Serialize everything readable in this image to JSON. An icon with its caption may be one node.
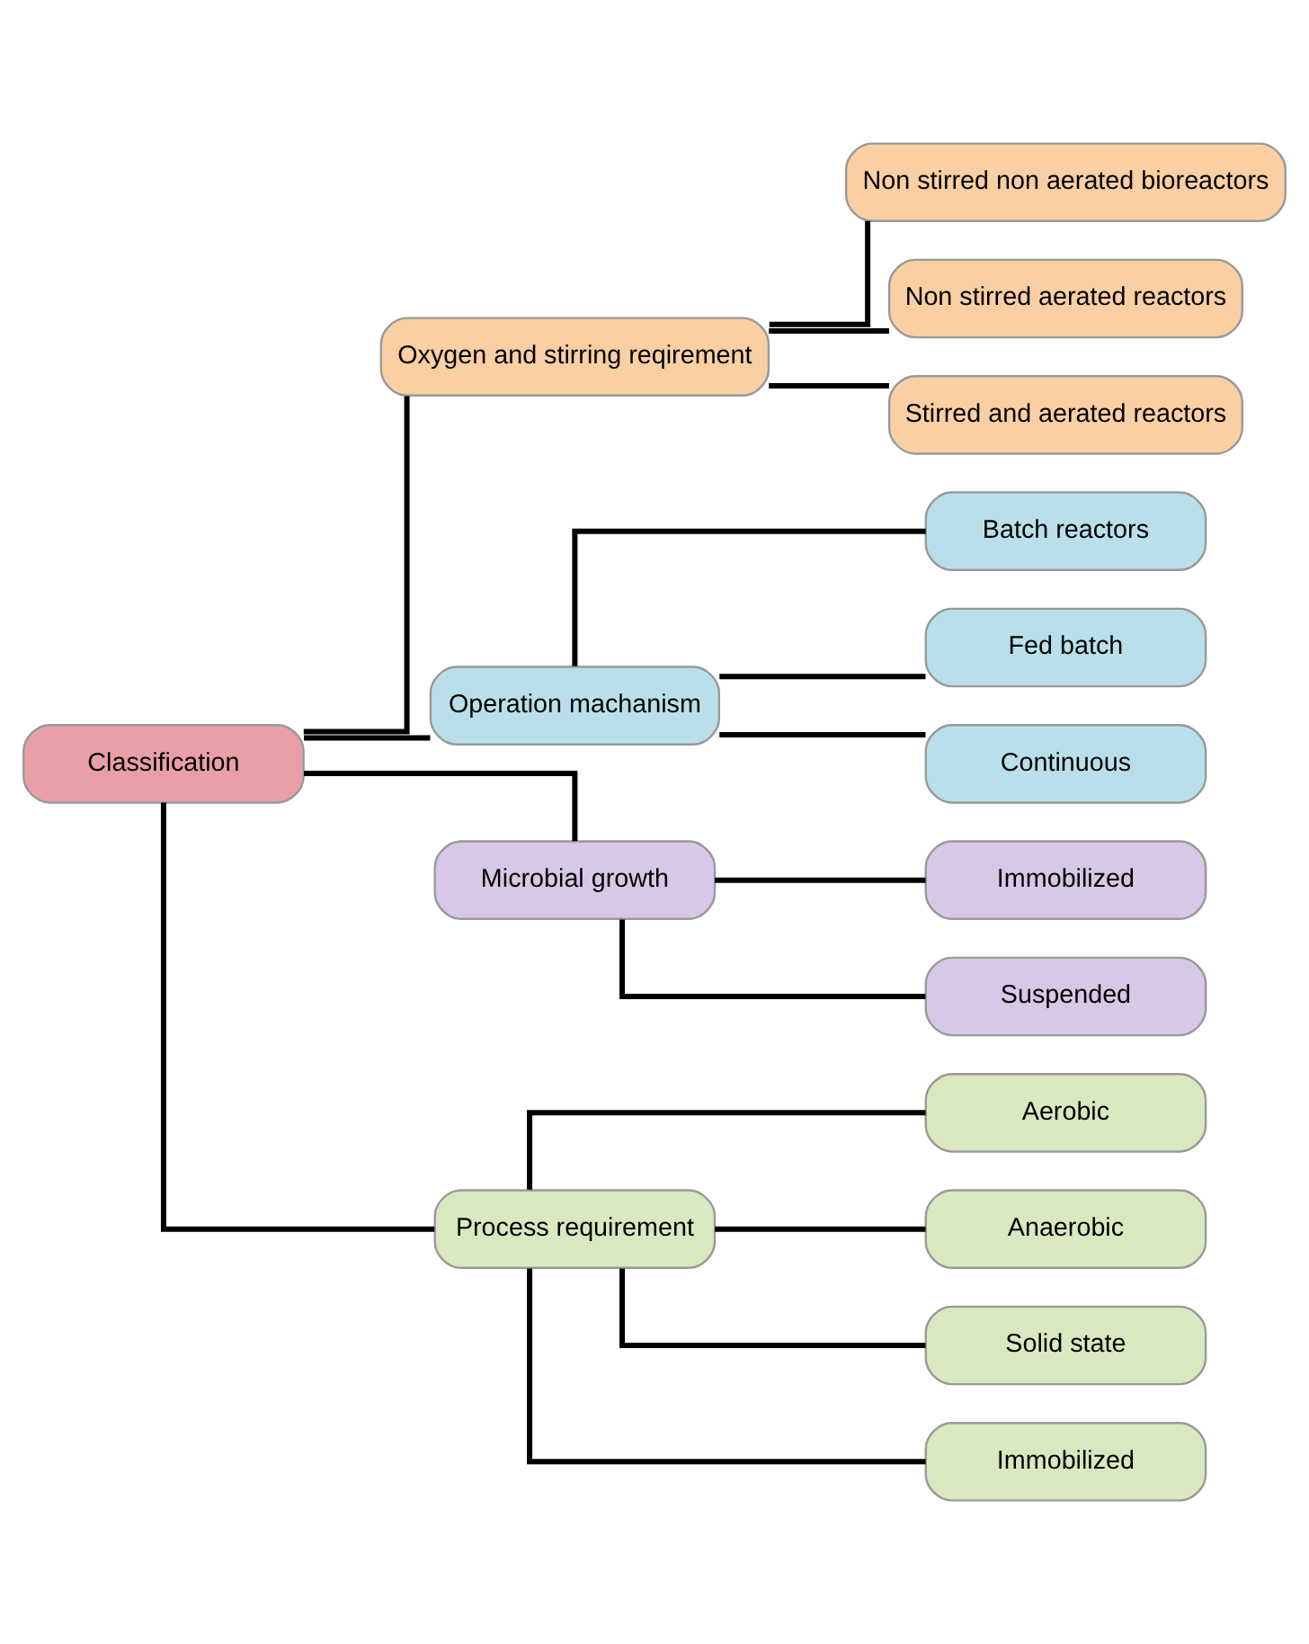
{
  "diagram": {
    "nodes": [
      {
        "text": [
          "Classification"
        ]
      },
      {
        "text": [
          "Oxygen and stirring reqirement"
        ]
      },
      {
        "text": [
          "Non stirred non aerated bioreactors"
        ]
      },
      {
        "text": [
          "Non stirred aerated reactors"
        ]
      },
      {
        "text": [
          "Stirred and aerated reactors"
        ]
      },
      {
        "text": [
          "Operation machanism"
        ]
      },
      {
        "text": [
          "Batch reactors"
        ]
      },
      {
        "text": [
          "Fed batch"
        ]
      },
      {
        "text": [
          "Continuous"
        ]
      },
      {
        "text": [
          "Microbial growth"
        ]
      },
      {
        "text": [
          "Immobilized"
        ]
      },
      {
        "text": [
          "Suspended"
        ]
      },
      {
        "text": [
          "Process requirement"
        ]
      },
      {
        "text": [
          "Aerobic"
        ]
      },
      {
        "text": [
          "Anaerobic"
        ]
      },
      {
        "text": [
          "Solid state"
        ]
      },
      {
        "text": [
          "Immobilized"
        ]
      }
    ],
    "edges": [
      {
        "from": 0,
        "to": 1,
        "arrow": "none"
      },
      {
        "from": 0,
        "to": 5,
        "arrow": "none"
      },
      {
        "from": 0,
        "to": 9,
        "arrow": "none"
      },
      {
        "from": 0,
        "to": 12,
        "arrow": "none"
      },
      {
        "from": 1,
        "to": 2,
        "arrow": "none"
      },
      {
        "from": 1,
        "to": 3,
        "arrow": "none"
      },
      {
        "from": 1,
        "to": 4,
        "arrow": "none"
      },
      {
        "from": 5,
        "to": 6,
        "arrow": "none"
      },
      {
        "from": 5,
        "to": 7,
        "arrow": "none"
      },
      {
        "from": 5,
        "to": 8,
        "arrow": "none"
      },
      {
        "from": 9,
        "to": 10,
        "arrow": "none"
      },
      {
        "from": 9,
        "to": 11,
        "arrow": "none"
      },
      {
        "from": 12,
        "to": 13,
        "arrow": "none"
      },
      {
        "from": 12,
        "to": 14,
        "arrow": "none"
      },
      {
        "from": 12,
        "to": 15,
        "arrow": "none"
      },
      {
        "from": 12,
        "to": 16,
        "arrow": "none"
      }
    ]
  }
}
